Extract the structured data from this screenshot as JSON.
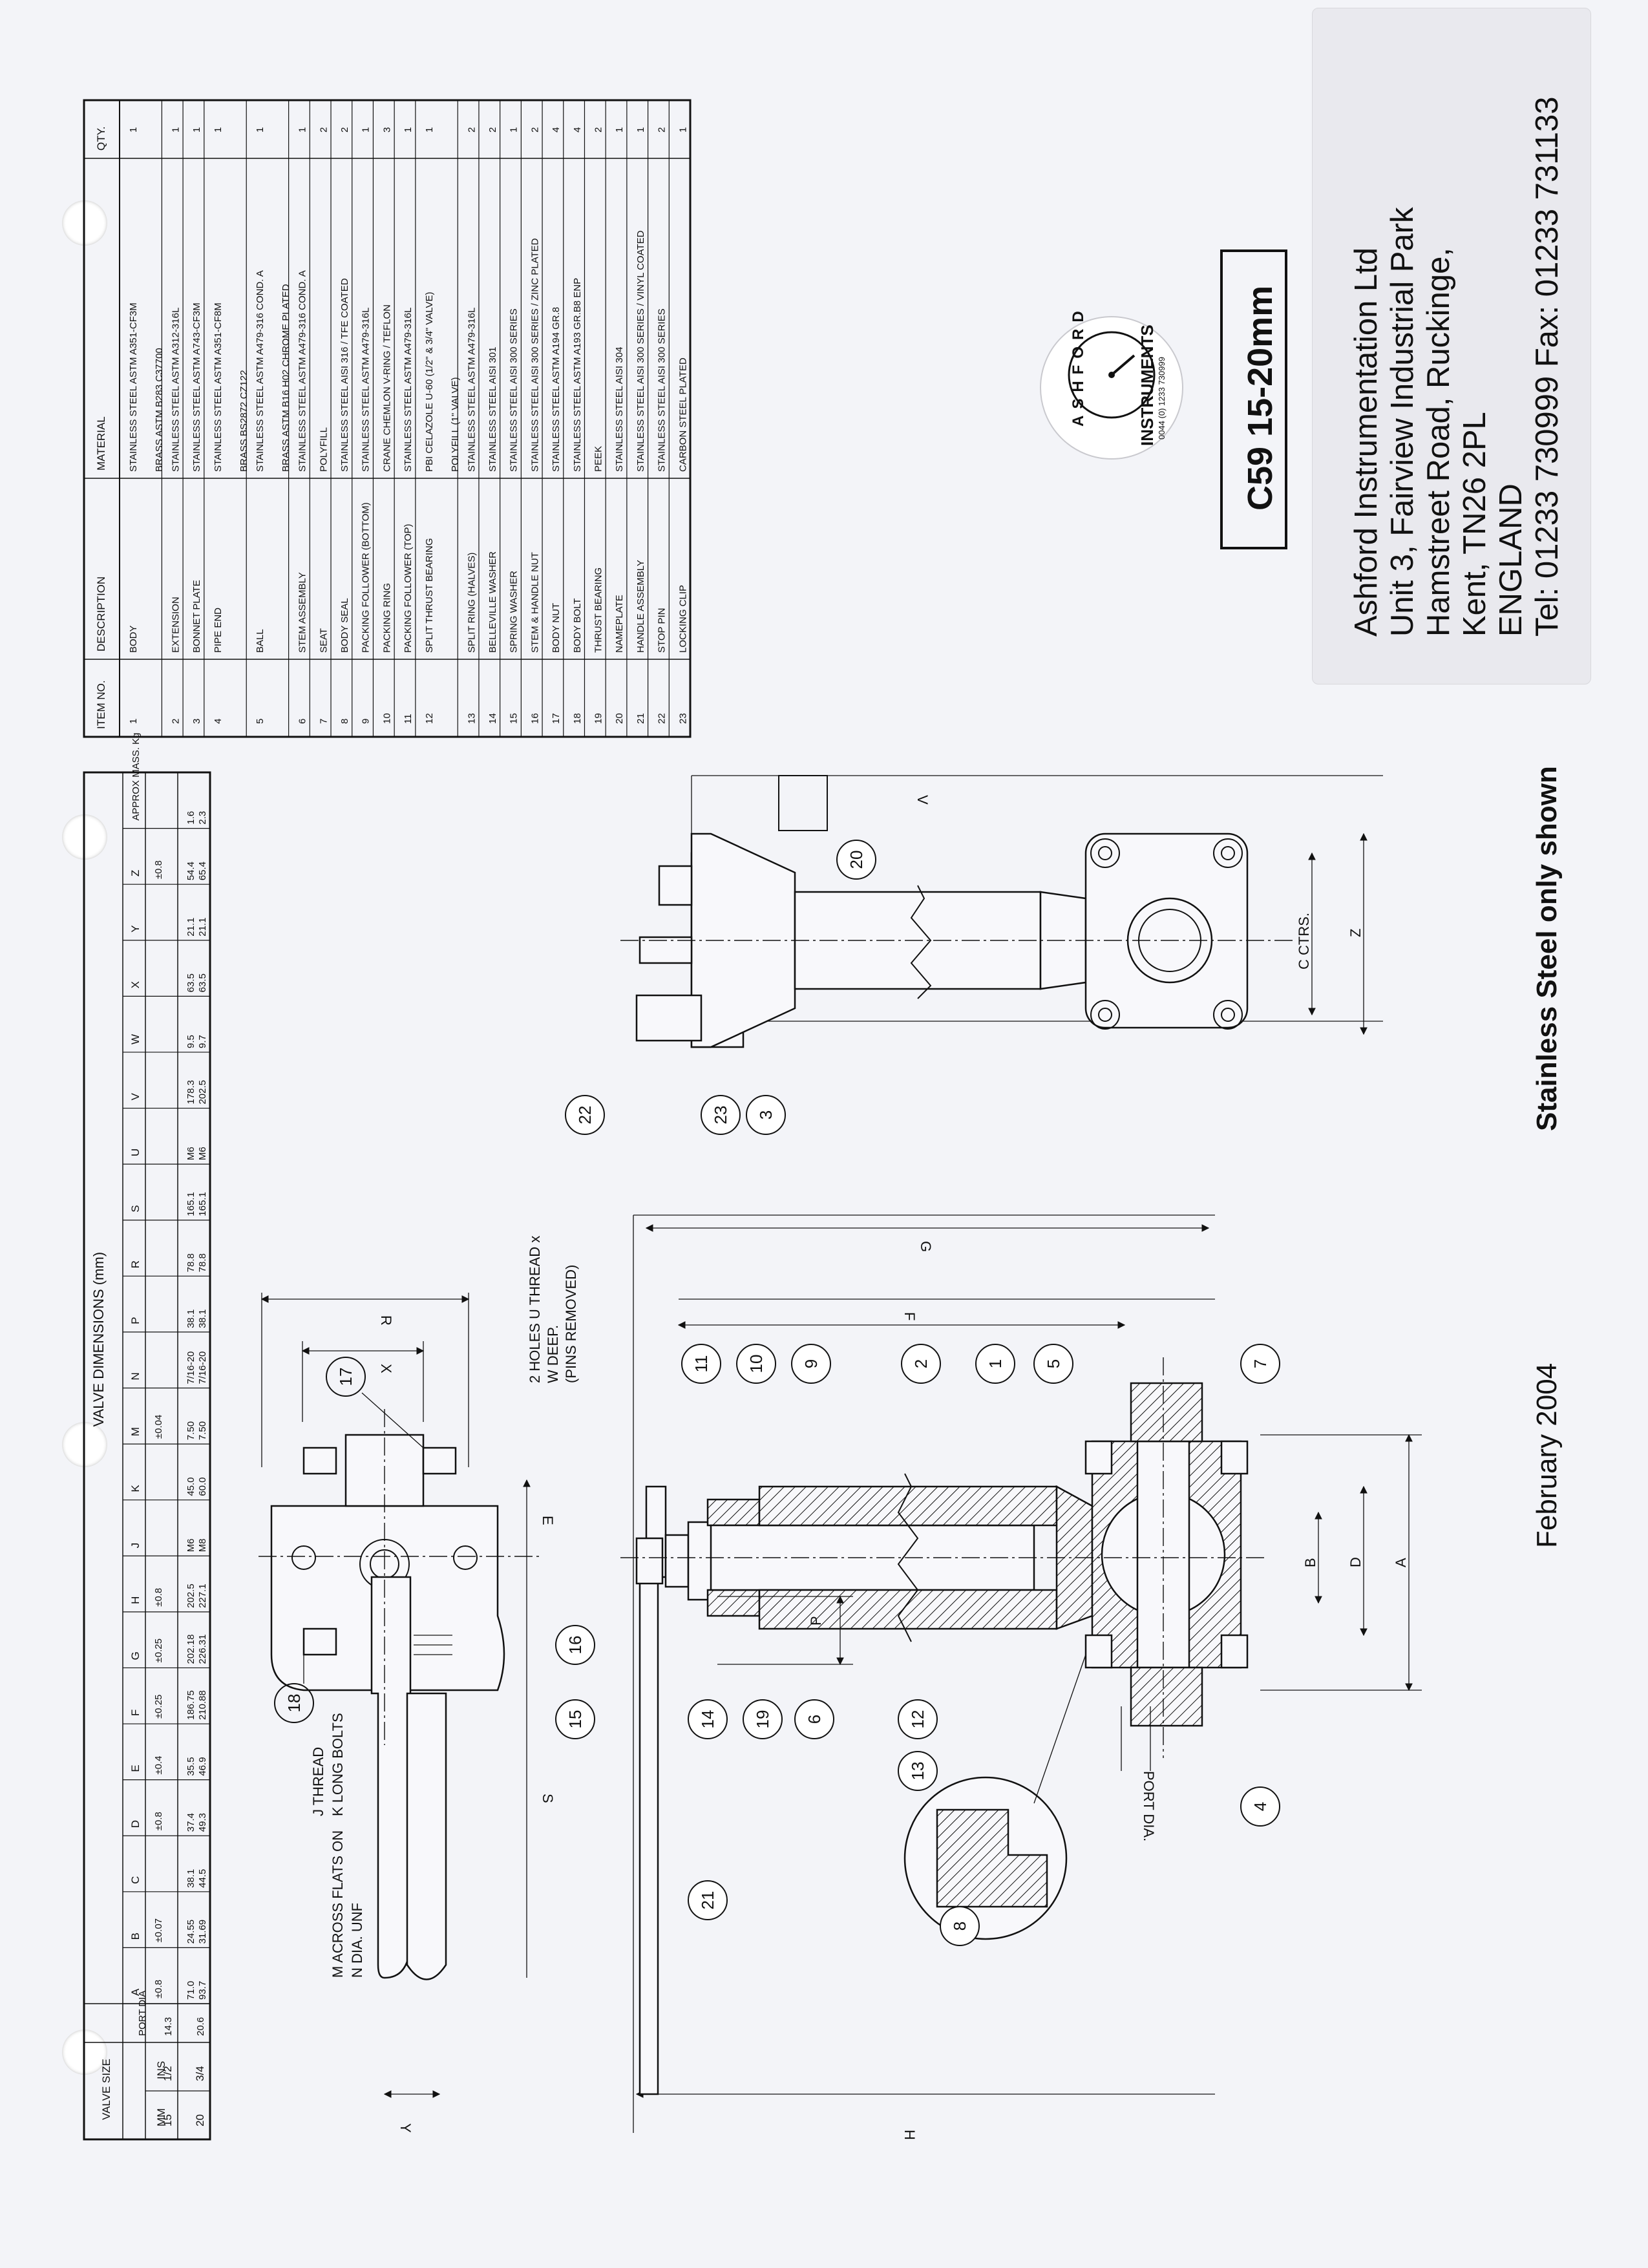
{
  "company": {
    "name": "Ashford Instrumentation Ltd",
    "address_line1": "Unit 3, Fairview Industrial Park",
    "address_line2": "Hamstreet Road,  Ruckinge,",
    "address_line3": "Kent,  TN26 2PL",
    "country": "ENGLAND",
    "phone_fax": "Tel: 01233 730999  Fax: 01233 731133"
  },
  "logo": {
    "letters": "ASHFORD",
    "brand": "INSTRUMENTS",
    "phone": "0044 (0) 1233 730999"
  },
  "title_box": "C59  15-20mm",
  "date": "February 2004",
  "note": "Stainless Steel only shown",
  "dimensions_table": {
    "title": "VALVE DIMENSIONS (mm)",
    "size_header": "VALVE SIZE",
    "col_mm": "MM",
    "col_ins": "INS",
    "col_port": "PORT DIA",
    "columns": [
      "A",
      "B",
      "C",
      "D",
      "E",
      "F",
      "G",
      "H",
      "J",
      "K",
      "M",
      "N",
      "P",
      "R",
      "S",
      "U",
      "V",
      "W",
      "X",
      "Y",
      "Z",
      "APPROX MASS. Kg"
    ],
    "tolerances": [
      "±0.8",
      "±0.07",
      "",
      "±0.8",
      "±0.4",
      "±0.25",
      "±0.25",
      "±0.8",
      "",
      "",
      "±0.04",
      "",
      "",
      "",
      "",
      "",
      "",
      "",
      "",
      "",
      "±0.8",
      ""
    ],
    "rows": [
      {
        "mm": "15",
        "ins": "1/2",
        "port": "14.3",
        "values": [
          "71.0",
          "24.55",
          "38.1",
          "37.4",
          "35.5",
          "186.75",
          "202.18",
          "202.5",
          "M6",
          "45.0",
          "7.50",
          "7/16-20",
          "38.1",
          "78.8",
          "165.1",
          "M6",
          "178.3",
          "9.5",
          "63.5",
          "21.1",
          "54.4",
          "1.6"
        ]
      },
      {
        "mm": "20",
        "ins": "3/4",
        "port": "20.6",
        "values": [
          "93.7",
          "31.69",
          "44.5",
          "49.3",
          "46.9",
          "210.88",
          "226.31",
          "227.1",
          "M8",
          "60.0",
          "7.50",
          "7/16-20",
          "38.1",
          "78.8",
          "165.1",
          "M6",
          "202.5",
          "9.7",
          "63.5",
          "21.1",
          "65.4",
          "2.3"
        ]
      }
    ]
  },
  "parts_table": {
    "headers": {
      "item": "ITEM NO.",
      "description": "DESCRIPTION",
      "material": "MATERIAL",
      "qty": "QTY."
    },
    "rows": [
      {
        "item": "1",
        "description": "BODY",
        "material": [
          "STAINLESS STEEL ASTM A351-CF3M",
          "BRASS ASTM B283 C37700"
        ],
        "qty": "1"
      },
      {
        "item": "2",
        "description": "EXTENSION",
        "material": [
          "STAINLESS STEEL ASTM A312-316L"
        ],
        "qty": "1"
      },
      {
        "item": "3",
        "description": "BONNET PLATE",
        "material": [
          "STAINLESS STEEL ASTM A743-CF3M"
        ],
        "qty": "1"
      },
      {
        "item": "4",
        "description": "PIPE END",
        "material": [
          "STAINLESS STEEL ASTM A351-CF8M",
          "BRASS BS2872 CZ122"
        ],
        "qty": "1"
      },
      {
        "item": "5",
        "description": "BALL",
        "material": [
          "STAINLESS STEEL ASTM A479-316 COND. A",
          "BRASS ASTM B16 H02 CHROME PLATED"
        ],
        "qty": "1"
      },
      {
        "item": "6",
        "description": "STEM ASSEMBLY",
        "material": [
          "STAINLESS STEEL ASTM A479-316 COND. A"
        ],
        "qty": "1"
      },
      {
        "item": "7",
        "description": "SEAT",
        "material": [
          "POLYFILL"
        ],
        "qty": "2"
      },
      {
        "item": "8",
        "description": "BODY SEAL",
        "material": [
          "STAINLESS STEEL AISI 316 / TFE COATED"
        ],
        "qty": "2"
      },
      {
        "item": "9",
        "description": "PACKING FOLLOWER (BOTTOM)",
        "material": [
          "STAINLESS STEEL ASTM A479-316L"
        ],
        "qty": "1"
      },
      {
        "item": "10",
        "description": "PACKING RING",
        "material": [
          "CRANE CHEMLON V-RING / TEFLON"
        ],
        "qty": "3"
      },
      {
        "item": "11",
        "description": "PACKING FOLLOWER (TOP)",
        "material": [
          "STAINLESS STEEL ASTM A479-316L"
        ],
        "qty": "1"
      },
      {
        "item": "12",
        "description": "SPLIT THRUST BEARING",
        "material": [
          "PBI CELAZOLE U-60   (1/2\" & 3/4\" VALVE)",
          "POLYFILL   (1\" VALVE)"
        ],
        "qty": "1"
      },
      {
        "item": "13",
        "description": "SPLIT RING (HALVES)",
        "material": [
          "STAINLESS STEEL ASTM A479-316L"
        ],
        "qty": "2"
      },
      {
        "item": "14",
        "description": "BELLEVILLE WASHER",
        "material": [
          "STAINLESS STEEL AISI 301"
        ],
        "qty": "2"
      },
      {
        "item": "15",
        "description": "SPRING WASHER",
        "material": [
          "STAINLESS STEEL AISI 300 SERIES"
        ],
        "qty": "1"
      },
      {
        "item": "16",
        "description": "STEM & HANDLE NUT",
        "material": [
          "STAINLESS STEEL AISI 300 SERIES / ZINC PLATED"
        ],
        "qty": "2"
      },
      {
        "item": "17",
        "description": "BODY NUT",
        "material": [
          "STAINLESS STEEL ASTM A194 GR.8"
        ],
        "qty": "4"
      },
      {
        "item": "18",
        "description": "BODY BOLT",
        "material": [
          "STAINLESS STEEL ASTM A193 GR.B8 ENP"
        ],
        "qty": "4"
      },
      {
        "item": "19",
        "description": "THRUST BEARING",
        "material": [
          "PEEK"
        ],
        "qty": "2"
      },
      {
        "item": "20",
        "description": "NAMEPLATE",
        "material": [
          "STAINLESS STEEL AISI 304"
        ],
        "qty": "1"
      },
      {
        "item": "21",
        "description": "HANDLE ASSEMBLY",
        "material": [
          "STAINLESS STEEL AISI 300 SERIES / VINYL COATED"
        ],
        "qty": "1"
      },
      {
        "item": "22",
        "description": "STOP PIN",
        "material": [
          "STAINLESS STEEL AISI 300 SERIES"
        ],
        "qty": "2"
      },
      {
        "item": "23",
        "description": "LOCKING CLIP",
        "material": [
          "CARBON STEEL PLATED"
        ],
        "qty": "1"
      }
    ]
  },
  "drawing": {
    "top_view_notes": {
      "m_note": "M  ACROSS FLATS ON",
      "n_note": "N  DIA. UNF",
      "j_note": "J  THREAD",
      "k_note": "K  LONG BOLTS",
      "holes_note_1": "2 HOLES  U THREAD x",
      "holes_note_2": "W  DEEP.",
      "holes_note_3": "(PINS REMOVED)"
    },
    "top_view_dims": [
      "Y",
      "S",
      "E",
      "X",
      "R"
    ],
    "section_dims": [
      "H",
      "F",
      "G",
      "P",
      "A",
      "B",
      "D",
      "PORT DIA."
    ],
    "end_view_dims": [
      "V",
      "C CTRS.",
      "Z"
    ],
    "balloons_top_view": [
      "17",
      "18"
    ],
    "balloons_section": [
      "11",
      "10",
      "9",
      "2",
      "1",
      "5",
      "7",
      "4",
      "16",
      "15",
      "14",
      "19",
      "6",
      "12",
      "13",
      "8",
      "21"
    ],
    "balloons_end_view": [
      "22",
      "23",
      "3",
      "20"
    ]
  }
}
